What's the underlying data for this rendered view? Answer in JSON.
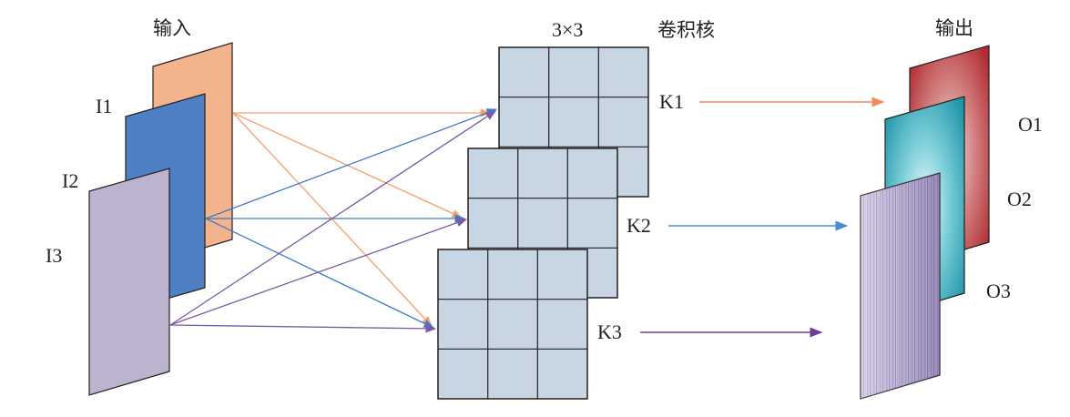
{
  "labels": {
    "input_title": "输入",
    "kernel_size": "3×3",
    "kernel_title": "卷积核",
    "output_title": "输出"
  },
  "inputs": [
    {
      "label": "I1",
      "color": "#f3b38d"
    },
    {
      "label": "I2",
      "color": "#4f80c4"
    },
    {
      "label": "I3",
      "color": "#bcb3cf"
    }
  ],
  "kernels": [
    {
      "label": "K1",
      "fill": "#c8d6e3",
      "grid": "3x3"
    },
    {
      "label": "K2",
      "fill": "#c8d6e3",
      "grid": "3x3"
    },
    {
      "label": "K3",
      "fill": "#c8d6e3",
      "grid": "3x3"
    }
  ],
  "outputs": [
    {
      "label": "O1",
      "color": "#b83b3b"
    },
    {
      "label": "O2",
      "color": "#2fa5b5"
    },
    {
      "label": "O3",
      "color": "#8b7bb0"
    }
  ],
  "arrow_colors": {
    "from_I1": "#f3a070",
    "from_I2": "#3f7cc4",
    "from_I3": "#7b5aa6",
    "K1_to_O1": "#f08a5a",
    "K2_to_O2": "#4a8ad0",
    "K3_to_O3": "#6a3f9a"
  }
}
